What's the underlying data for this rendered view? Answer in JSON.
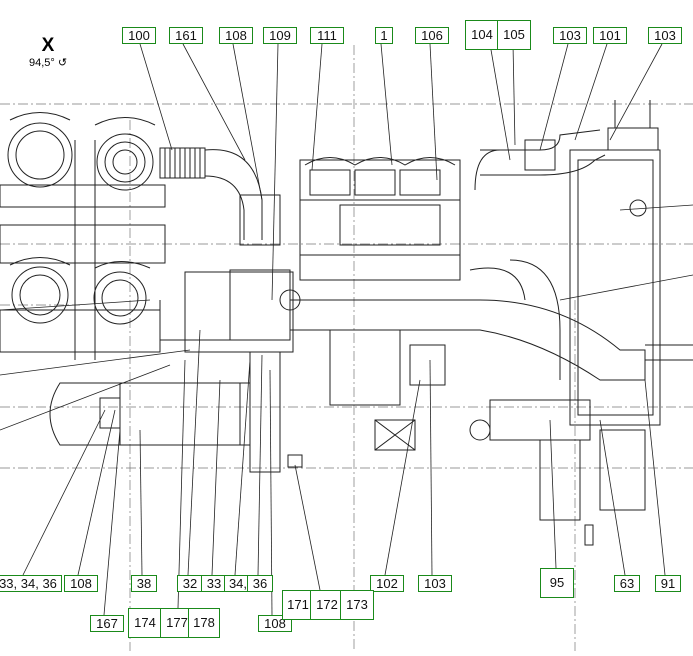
{
  "view": {
    "letter": "X",
    "angle": "94,5°"
  },
  "labels": {
    "top": [
      "100",
      "161",
      "108",
      "109",
      "111",
      "1",
      "106",
      "104",
      "105",
      "103",
      "101",
      "103"
    ],
    "bottom": [
      "33, 34, 36",
      "108",
      "38",
      "32",
      "33",
      "34,",
      "36",
      "102",
      "103",
      "95",
      "63",
      "91",
      "167",
      "174",
      "177",
      "178",
      "108",
      "171",
      "172",
      "173"
    ]
  }
}
